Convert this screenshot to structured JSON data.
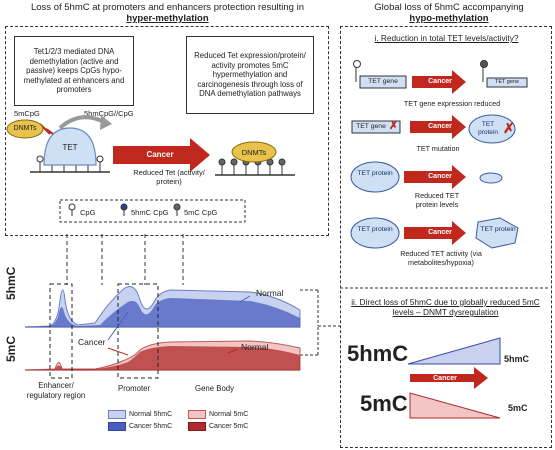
{
  "colors": {
    "arrow_red": "#c0281e",
    "blue_light": "#c8d2f0",
    "blue_dark": "#3a4aa8",
    "red_light": "#f2c4c4",
    "red_dark": "#b02a2a",
    "tet_blue": "#cfe0f4"
  },
  "left_title": {
    "line1": "Loss of 5hmC at promoters and enhancers protection resulting in",
    "line2": "hyper-methylation"
  },
  "right_title": {
    "line1": "Global loss of 5hmC accompanying",
    "line2": "hypo-methylation"
  },
  "left_panel": {
    "box1": "Tet1/2/3 mediated DNA demethylation (active and passive) keeps CpGs hypo-methylated at enhancers and promoters",
    "box2": "Reduced Tet expression/protein/ activity promotes 5mC hypermethylation and carcinogenesis through loss of DNA demethylation pathways",
    "label_5mcpg": "5mCpG",
    "label_5hmcpg": "5hmCpG//CpG",
    "dnmts": "DNMTs",
    "tet": "TET",
    "cancer": "Cancer",
    "reduced_tet": "Reduced Tet (activity/ protein)",
    "dnmts2": "DNMTs",
    "legend_cpg": "CpG",
    "legend_5hmc": "5hmC CpG",
    "legend_5mc": "5mC CpG"
  },
  "right_panel": {
    "section1_title": "i. Reduction in total TET levels/activity?",
    "tet_gene": "TET gene",
    "tet_gene_small": "TET gene",
    "cancer": "Cancer",
    "caption1": "TET gene expression reduced",
    "tet_gene2": "TET gene",
    "tet_protein_x": "TET protein",
    "caption2": "TET mutation",
    "tet_protein": "TET protein",
    "caption3": "Reduced TET protein levels",
    "tet_protein2": "TET protein",
    "tet_protein3": "TET protein",
    "caption4": "Reduced TET activity (via metabolites/hypoxia)",
    "section2_title": "ii. Direct loss of 5hmC due to globally reduced 5mC levels – DNMT dysregulation",
    "big_5hmc": "5hmC",
    "small_5hmc": "5hmC",
    "big_5mc": "5mC",
    "small_5mc": "5mC",
    "cancer2": "Cancer"
  },
  "plot": {
    "ylabel_5hmc": "5hmC",
    "ylabel_5mc": "5mC",
    "normal1": "Normal",
    "normal2": "Normal",
    "cancer": "Cancer",
    "x_enhancer": "Enhancer/ regulatory region",
    "x_promoter": "Promoter",
    "x_genebody": "Gene Body"
  },
  "legend": {
    "normal_5hmc": "Normal 5hmC",
    "cancer_5hmc": "Cancer 5hmC",
    "normal_5mc": "Normal 5mC",
    "cancer_5mc": "Cancer 5mC"
  }
}
